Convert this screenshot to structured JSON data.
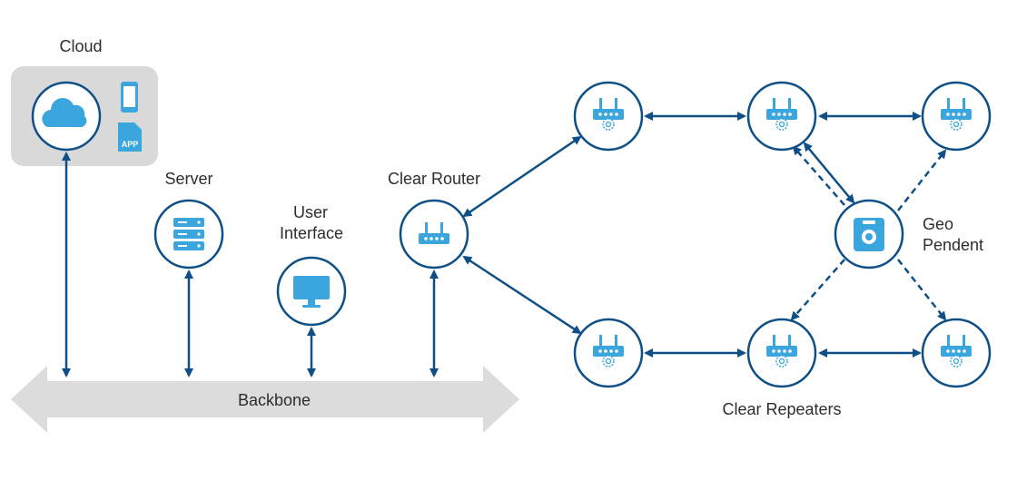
{
  "labels": {
    "cloud": "Cloud",
    "server": "Server",
    "user_interface_line1": "User",
    "user_interface_line2": "Interface",
    "clear_router": "Clear Router",
    "geo_pendent_line1": "Geo",
    "geo_pendent_line2": "Pendent",
    "clear_repeaters": "Clear Repeaters",
    "backbone": "Backbone",
    "app_badge": "APP"
  },
  "colors": {
    "line": "#0d4f86",
    "icon": "#3aa6dd",
    "panel": "#d9d9d9",
    "backbone": "#dcdcdc"
  },
  "icons": {
    "cloud": "cloud-icon",
    "phone": "smartphone-icon",
    "app": "app-file-icon",
    "server": "server-stack-icon",
    "user_interface": "monitor-icon",
    "router": "router-icon",
    "repeater": "repeater-icon",
    "pendent": "pendent-device-icon"
  }
}
